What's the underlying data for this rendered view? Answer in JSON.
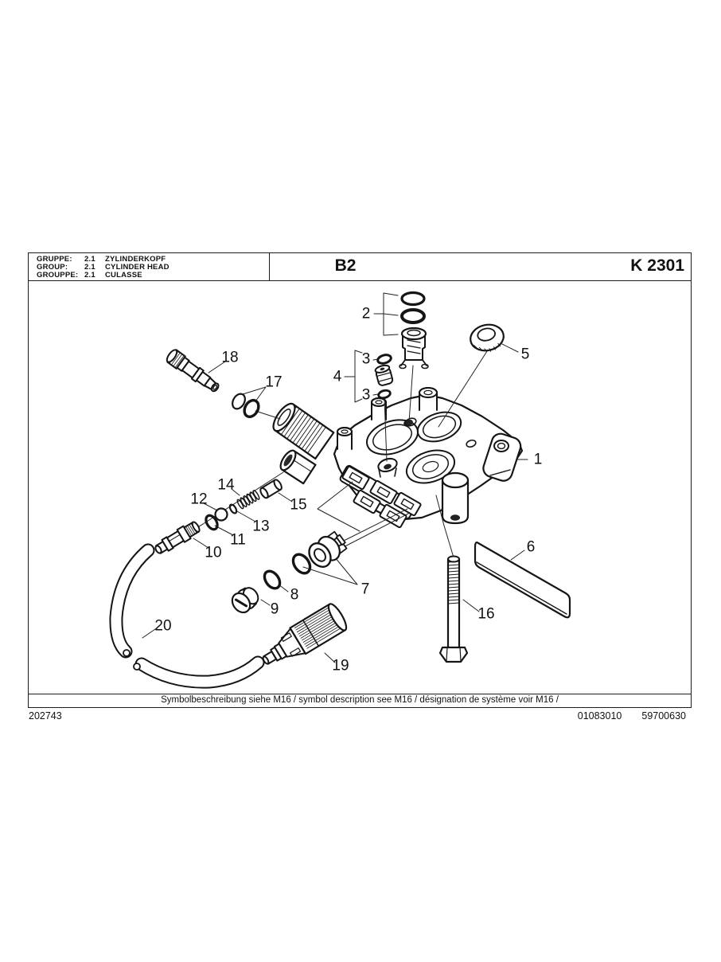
{
  "header": {
    "rows": [
      {
        "label": "GRUPPE:",
        "num": "2.1",
        "name": "ZYLINDERKOPF"
      },
      {
        "label": "GROUP:",
        "num": "2.1",
        "name": "CYLINDER HEAD"
      },
      {
        "label": "GROUPPE:",
        "num": "2.1",
        "name": "CULASSE"
      }
    ],
    "code": "B2",
    "sheet_code": "K 2301"
  },
  "footer": {
    "note": "Symbolbeschreibung siehe M16 / symbol description see M16 / désignation de système voir M16 /",
    "doc_number": "202743",
    "part_number_left": "01083010",
    "part_number_right": "59700630"
  },
  "diagram": {
    "callouts": [
      "1",
      "2",
      "3",
      "4",
      "5",
      "6",
      "7",
      "8",
      "9",
      "10",
      "11",
      "12",
      "13",
      "14",
      "15",
      "16",
      "17",
      "18",
      "19",
      "20",
      "3"
    ]
  }
}
